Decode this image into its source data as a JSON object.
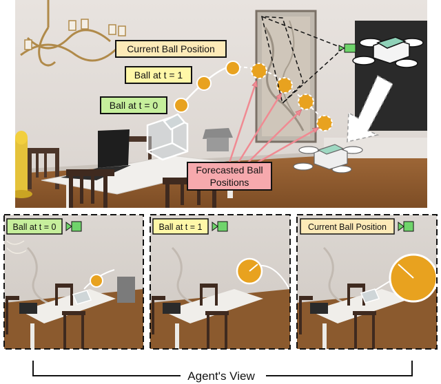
{
  "top_scene": {
    "labels": {
      "current": "Current Ball Position",
      "t1": "Ball at t = 1",
      "t0": "Ball at t = 0",
      "forecast_line1": "Forecasted Ball",
      "forecast_line2": "Positions"
    }
  },
  "panels": [
    {
      "label": "Ball at t = 0"
    },
    {
      "label": "Ball at t = 1"
    },
    {
      "label": "Current Ball Position"
    }
  ],
  "caption": "Agent's View",
  "colors": {
    "ball": "#e8a21f",
    "label_current": "#fdeab8",
    "label_t1": "#fff7a8",
    "label_t0": "#c6ef9c",
    "label_forecast": "#f6a9ad",
    "forecast_arrow": "#f49ea4",
    "agent_camera": "#6fd46b"
  }
}
